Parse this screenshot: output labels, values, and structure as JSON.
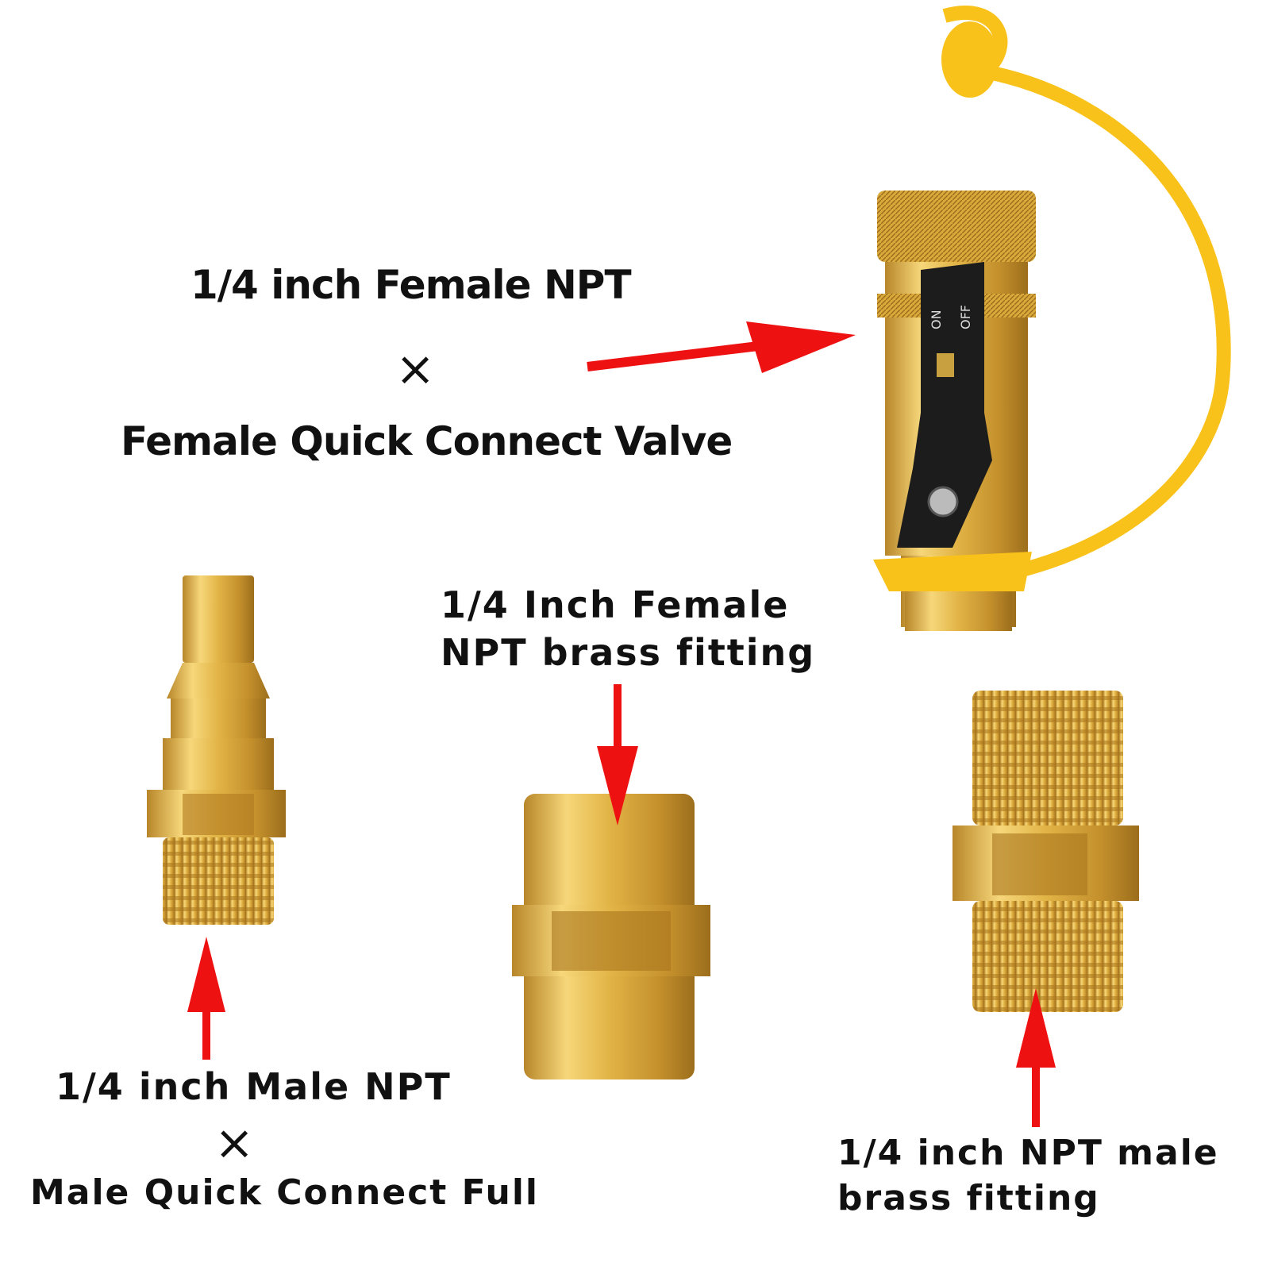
{
  "labels": {
    "valve_line1": "1/4 inch Female NPT",
    "valve_times": "×",
    "valve_line2": "Female Quick Connect Valve",
    "coupling_line1": "1/4 Inch Female",
    "coupling_line2": "NPT brass fitting",
    "plug_line1": "1/4 inch Male NPT",
    "plug_times": "×",
    "plug_line2": "Male Quick Connect Full",
    "nipple_line1": "1/4 inch NPT male",
    "nipple_line2": "brass fitting"
  },
  "valve_markings": {
    "on": "ON",
    "off": "OFF"
  },
  "colors": {
    "arrow": "#ee1111",
    "brass": "#e0b040",
    "cap": "#f8c21a",
    "handle": "#1c1c1c"
  }
}
